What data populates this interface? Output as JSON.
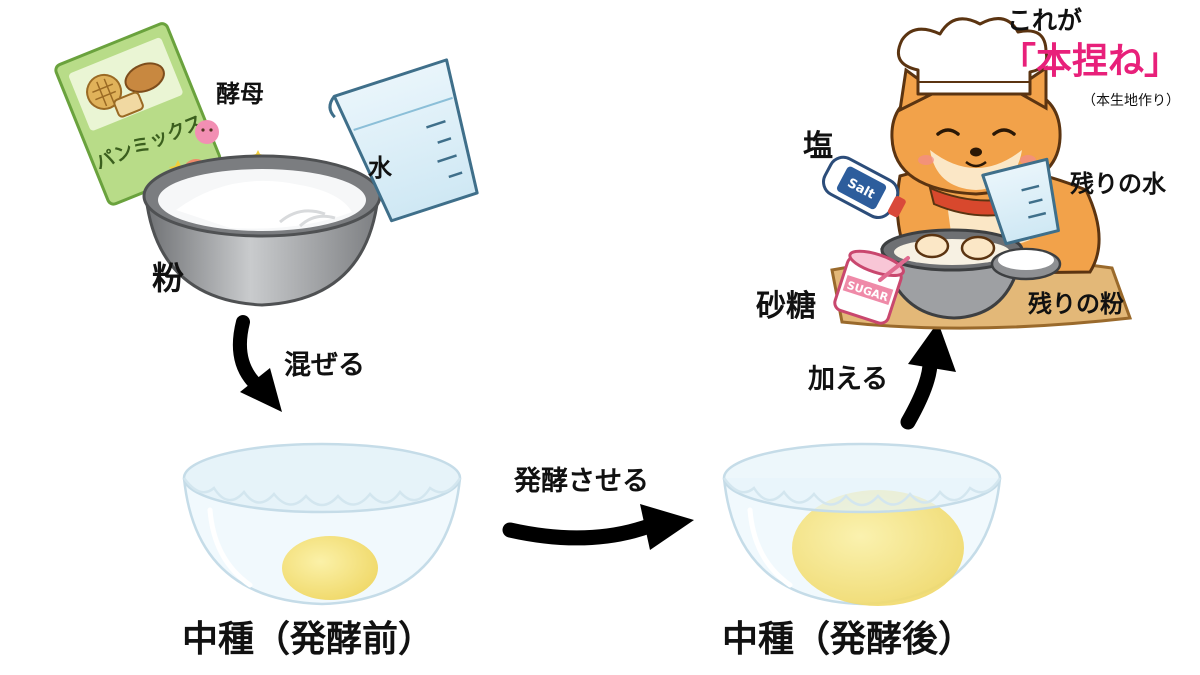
{
  "labels": {
    "yeast": "酵母",
    "water": "水",
    "flour": "粉",
    "mix": "混ぜる",
    "ferment": "発酵させる",
    "add": "加える",
    "salt": "塩",
    "remaining_water": "残りの水",
    "sugar": "砂糖",
    "remaining_flour": "残りの粉",
    "kore_ga": "これが",
    "hon_gone": "「本捏ね」",
    "hon_gone_note": "（本生地作り）",
    "nakadane_before": "中種（発酵前）",
    "nakadane_after": "中種（発酵後）"
  },
  "package_text": "パンミックス",
  "colors": {
    "accent_pink": "#e8207a",
    "arrow": "#000000",
    "dough": "#f5e27a",
    "bowl_gray": "#8e9093"
  }
}
